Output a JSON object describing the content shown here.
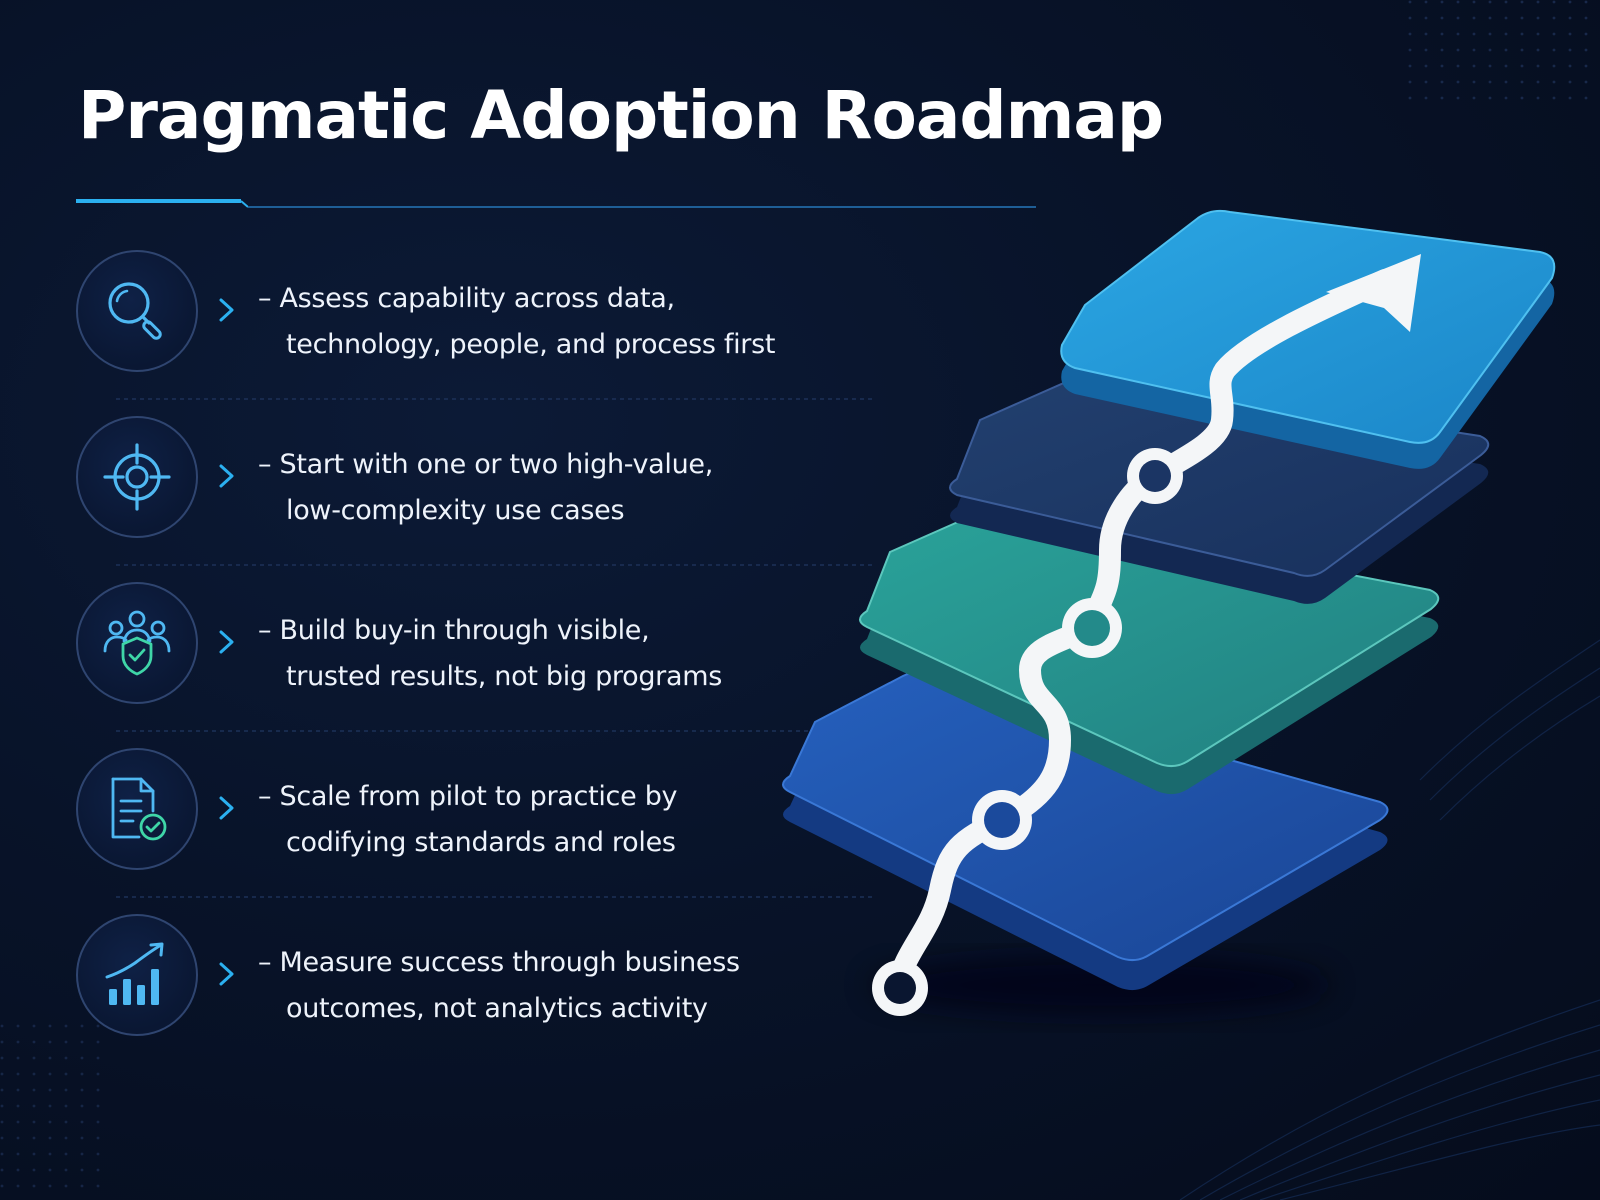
{
  "title": "Pragmatic Adoption Roadmap",
  "colors": {
    "background": "#081329",
    "accent": "#2bb0f0",
    "icon_blue": "#4fb8f2",
    "icon_green": "#3fd6a8",
    "layer_top": "#1f96d6",
    "layer_2": "#1d3566",
    "layer_3": "#24908f",
    "layer_bottom": "#1c4fa6",
    "path": "#f4f6f8"
  },
  "steps": [
    {
      "icon": "magnifier-icon",
      "line1": "– Assess capability across data,",
      "line2": "technology, people, and process first"
    },
    {
      "icon": "target-icon",
      "line1": "– Start with one or two high-value,",
      "line2": "low-complexity use cases"
    },
    {
      "icon": "team-shield-icon",
      "line1": "– Build buy-in through visible,",
      "line2": "trusted results, not big programs"
    },
    {
      "icon": "document-check-icon",
      "line1": "– Scale from pilot to practice by",
      "line2": "codifying standards and roles"
    },
    {
      "icon": "growth-chart-icon",
      "line1": "– Measure success through business",
      "line2": "outcomes, not analytics activity"
    }
  ],
  "stack": {
    "layers": 4,
    "milestones": 4,
    "end_marker": "arrow-icon"
  }
}
